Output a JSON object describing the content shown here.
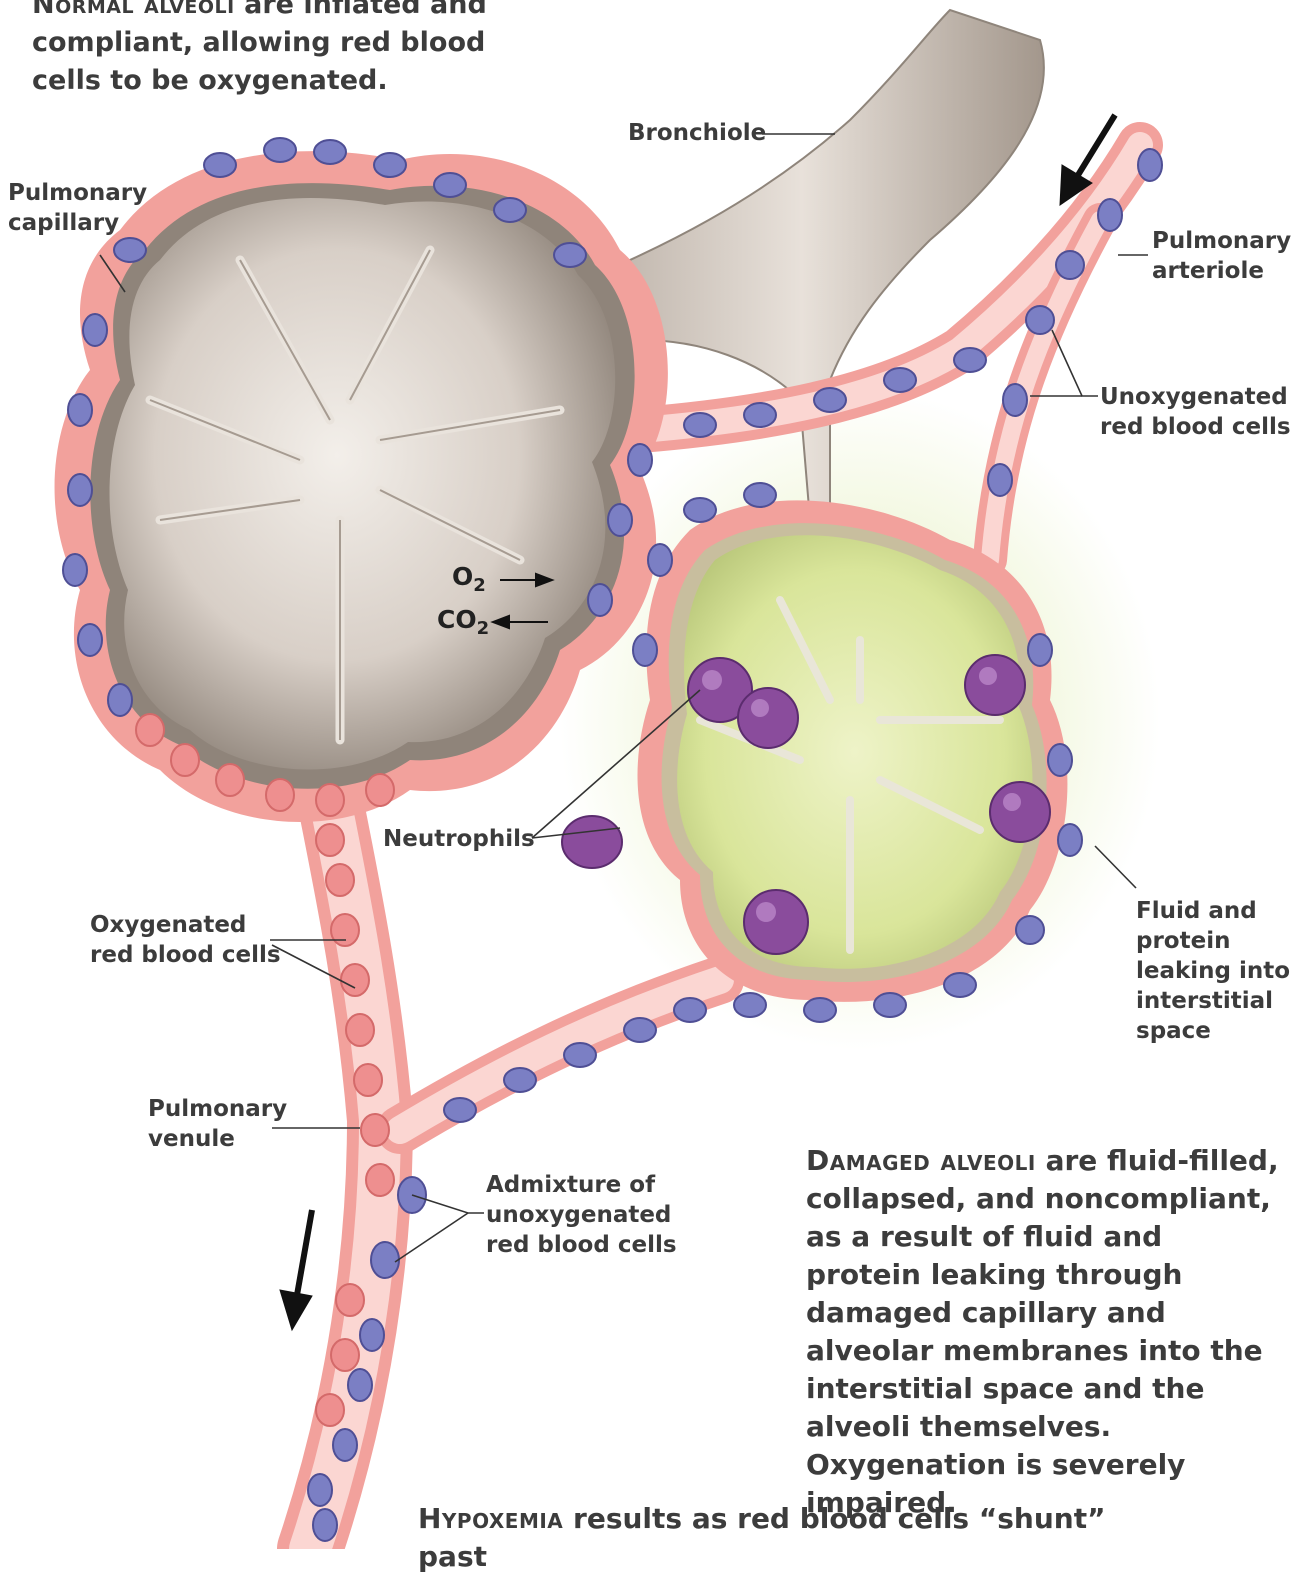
{
  "captions": {
    "normal": {
      "heading": "Normal alveoli",
      "text": "are inflated and compliant, allowing red blood cells to be oxygenated."
    },
    "damaged": {
      "heading": "Damaged alveoli",
      "text": "are fluid-filled, collapsed, and noncompliant, as a result of fluid and protein leaking through damaged capillary and alveolar membranes into the interstitial space and the alveoli themselves. Oxygenation is severely impaired."
    },
    "hypoxemia": {
      "heading": "Hypoxemia",
      "text": "results as red blood cells “shunt” past"
    }
  },
  "labels": {
    "bronchiole": "Bronchiole",
    "pulmonary_capillary": "Pulmonary\ncapillary",
    "pulmonary_arteriole": "Pulmonary\narteriole",
    "unoxygenated_rbc": "Unoxygenated\nred blood cells",
    "neutrophils": "Neutrophils",
    "oxygenated_rbc": "Oxygenated\nred blood cells",
    "fluid_protein": "Fluid and\nprotein\nleaking into\ninterstitial\nspace",
    "pulmonary_venule": "Pulmonary\nvenule",
    "admixture": "Admixture of\nunoxygenated\nred blood cells"
  },
  "gas_exchange": {
    "o2": "O",
    "o2_sub": "2",
    "co2": "CO",
    "co2_sub": "2"
  },
  "colors": {
    "vessel": "#f2a19c",
    "vessel_inner": "#fbd6d2",
    "alveolus": "#b9afa6",
    "alveolus_light": "#f1ece7",
    "damaged_fluid": "#dfe89a",
    "rbc_unoxygenated": "#7b7fc4",
    "rbc_oxygenated": "#ee8f8f",
    "neutrophil": "#8a4c9c",
    "interstitial_fluid": "#d6e89a"
  }
}
